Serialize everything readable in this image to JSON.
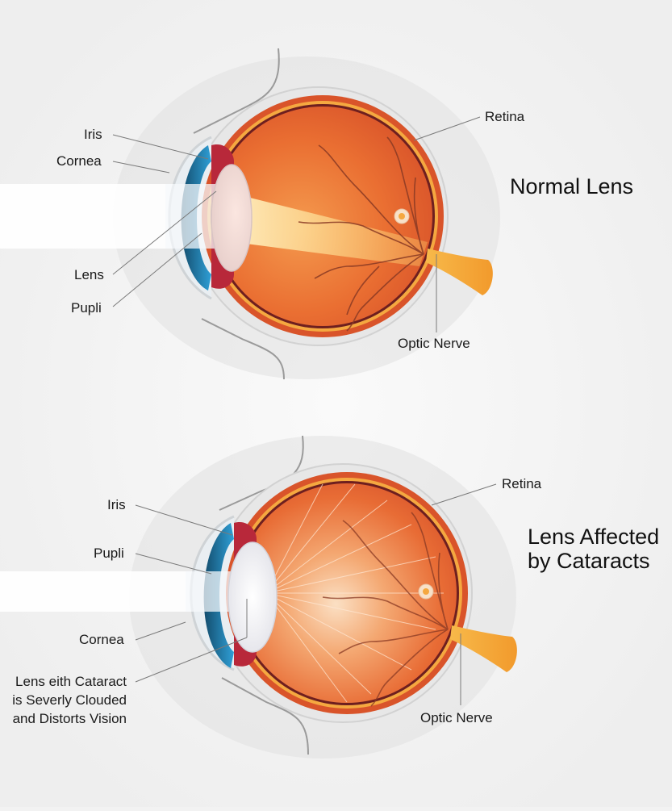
{
  "diagrams": [
    {
      "title": "Normal Lens",
      "labels": {
        "iris": "Iris",
        "cornea": "Cornea",
        "lens": "Lens",
        "pupil": "Pupli",
        "retina": "Retina",
        "optic_nerve": "Optic Nerve"
      }
    },
    {
      "title_line1": "Lens Affected",
      "title_line2": "by Cataracts",
      "labels": {
        "iris": "Iris",
        "pupil": "Pupli",
        "cornea": "Cornea",
        "lens_cataract": "Lens eith Cataract\nis Severly Clouded\nand Distorts Vision",
        "retina": "Retina",
        "optic_nerve": "Optic Nerve"
      }
    }
  ],
  "colors": {
    "background": "#f2f2f2",
    "eyeball": "#e8692e",
    "sclera_rim": "#d9522a",
    "retina_line": "#6e1f1f",
    "choroid": "#f5a840",
    "iris_blue": "#1e6f9c",
    "ciliary": "#b8283a",
    "optic_nerve": "#f3a93a",
    "leader_line": "#7a7a7a"
  }
}
